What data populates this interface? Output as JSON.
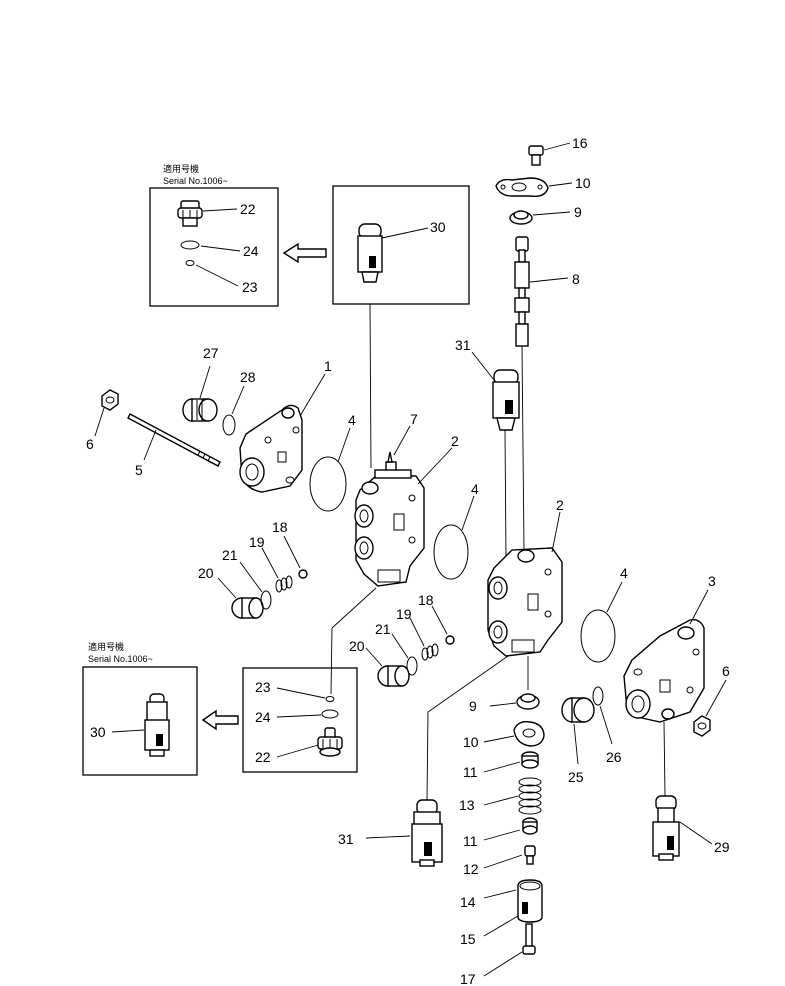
{
  "callouts": {
    "c1": "1",
    "c2a": "2",
    "c2b": "2",
    "c3": "3",
    "c4a": "4",
    "c4b": "4",
    "c4c": "4",
    "c5": "5",
    "c6a": "6",
    "c6b": "6",
    "c7": "7",
    "c8": "8",
    "c9a": "9",
    "c9b": "9",
    "c10a": "10",
    "c10b": "10",
    "c11a": "11",
    "c11b": "11",
    "c12": "12",
    "c13": "13",
    "c14": "14",
    "c15": "15",
    "c16": "16",
    "c17": "17",
    "c18a": "18",
    "c18b": "18",
    "c19a": "19",
    "c19b": "19",
    "c20a": "20",
    "c20b": "20",
    "c21a": "21",
    "c21b": "21",
    "c22a": "22",
    "c22b": "22",
    "c23a": "23",
    "c23b": "23",
    "c24a": "24",
    "c24b": "24",
    "c25": "25",
    "c26": "26",
    "c27": "27",
    "c28": "28",
    "c29": "29",
    "c30a": "30",
    "c30b": "30",
    "c31a": "31",
    "c31b": "31"
  },
  "insets": {
    "top": {
      "jp_label": "適用号機",
      "serial": "Serial No.1006~"
    },
    "bottom": {
      "jp_label": "適用号機",
      "serial": "Serial No.1006~"
    }
  }
}
